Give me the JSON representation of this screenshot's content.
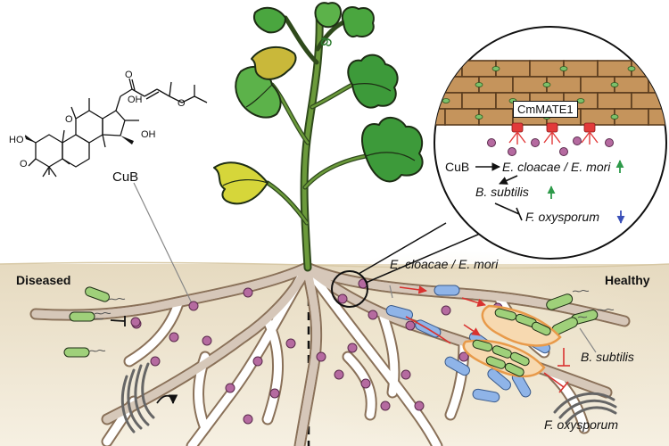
{
  "labels": {
    "left_zone": "Diseased",
    "right_zone": "Healthy",
    "compound": "CuB",
    "root_bacteria": "E. cloacae / E. mori",
    "bsub": "B. subtilis",
    "fox": "F. oxysporum"
  },
  "structure": {
    "oh1": "HO",
    "oh2": "OH",
    "oh3": "OH",
    "o1": "O",
    "o2": "O",
    "o3": "O",
    "o4": "O"
  },
  "inset": {
    "transporter": "CmMATE1",
    "cub": "CuB",
    "ecl": "E. cloacae / E. mori",
    "bsub": "B. subtilis",
    "fox": "F. oxysporum"
  },
  "colors": {
    "soil": "#ece2c9",
    "root": "#b59a80",
    "leaf": "#3d9a3a",
    "metabolite": "#b56aa0",
    "up_arrow": "#2e9a4a",
    "down_arrow": "#3a4fb8",
    "inhibit": "#d9322f"
  }
}
